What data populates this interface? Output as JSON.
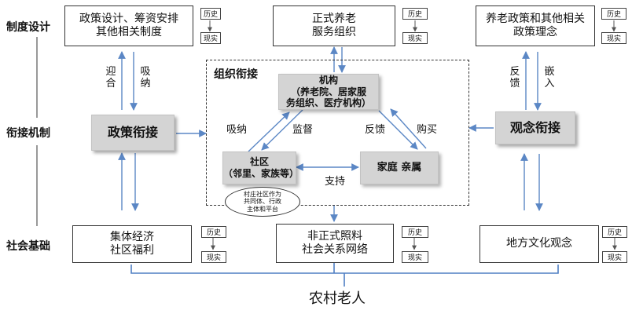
{
  "rows": {
    "institutional": "制度设计",
    "mechanism": "衔接机制",
    "foundation": "社会基础"
  },
  "top": {
    "left": "政策设计、筹资安排\n其他相关制度",
    "center": "正式养老\n服务组织",
    "right": "养老政策和其他相关\n政策理念"
  },
  "history": "历史",
  "reality": "现实",
  "middle": {
    "left": "政策衔接",
    "right": "观念衔接"
  },
  "org": {
    "title": "组织衔接",
    "institution": "机构\n（养老院、居家服\n务组织、医疗机构）",
    "community": "社区\n（邻里、家族等）",
    "family": "家庭 亲属",
    "oval": "村庄社区作为\n共同体、行政\n主体和平台",
    "absorb": "吸纳",
    "supervise": "监督",
    "feedback": "反馈",
    "purchase": "购买",
    "support": "支持"
  },
  "arrows": {
    "cater": "迎合",
    "absorb": "吸纳",
    "feedback": "反馈",
    "embed": "嵌入"
  },
  "bottom": {
    "left": "集体经济\n社区福利",
    "center": "非正式照料\n社会关系网络",
    "right": "地方文化观念"
  },
  "footer": "农村老人",
  "colors": {
    "arrow": "#5b87c5",
    "bracket": "#4f7fc3",
    "box_fill": "#d4d4d4"
  }
}
